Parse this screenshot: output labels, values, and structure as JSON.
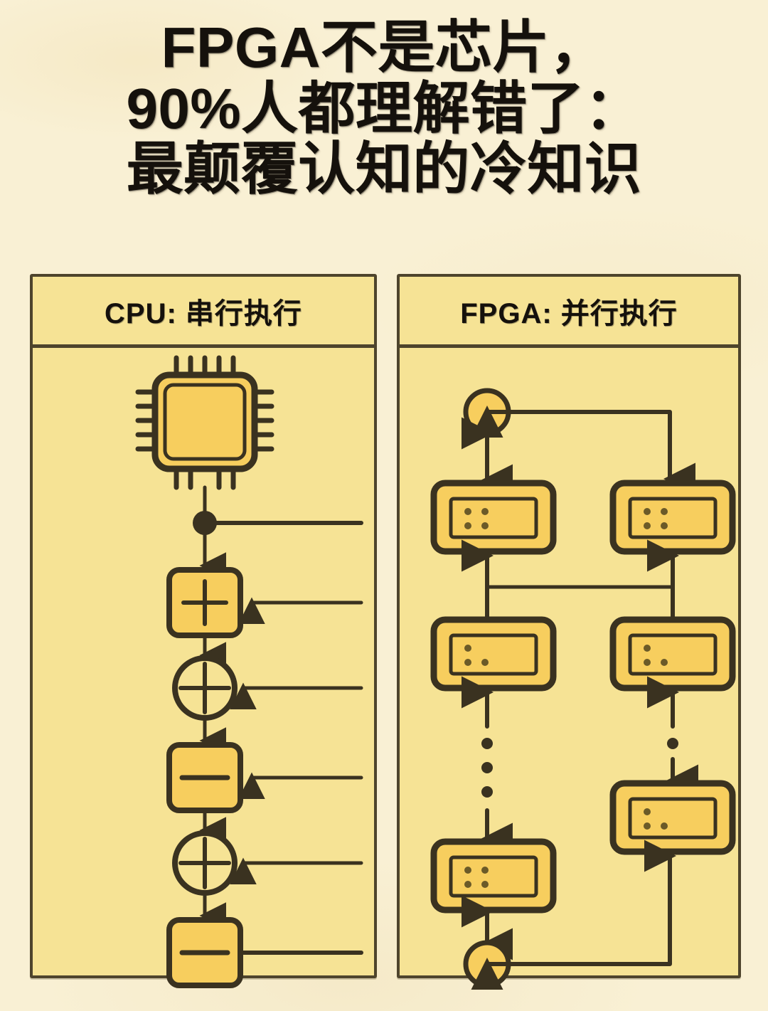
{
  "title": {
    "line1": "FPGA不是芯片，",
    "line2": "90%人都理解错了：",
    "line3": "最颠覆认知的冷知识"
  },
  "colors": {
    "paper": "#f9f0d4",
    "panel_fill": "#f6e395",
    "ink": "#4e442c",
    "ink_dark": "#3a3220",
    "node_fill": "#f7ce5e",
    "title_text": "#15110c"
  },
  "panels": [
    {
      "id": "cpu",
      "header": "CPU: 串行执行",
      "nodes": [
        {
          "name": "cpu-chip",
          "shape": "chip",
          "label": ""
        },
        {
          "name": "junction-dot",
          "shape": "dot",
          "label": ""
        },
        {
          "name": "op-add-1",
          "shape": "square",
          "label": "+"
        },
        {
          "name": "op-add-2",
          "shape": "circle",
          "label": "+"
        },
        {
          "name": "op-sub-1",
          "shape": "square",
          "label": "−"
        },
        {
          "name": "op-add-3",
          "shape": "circle",
          "label": "+"
        },
        {
          "name": "op-sub-2",
          "shape": "square",
          "label": "−"
        }
      ]
    },
    {
      "id": "fpga",
      "header": "FPGA: 并行执行",
      "nodes": [
        {
          "name": "node-top-circle",
          "shape": "circle",
          "label": ""
        },
        {
          "name": "block-l1",
          "shape": "block",
          "dots": 4
        },
        {
          "name": "block-r1",
          "shape": "block",
          "dots": 4
        },
        {
          "name": "block-l2",
          "shape": "block",
          "dots": 3
        },
        {
          "name": "block-r2",
          "shape": "block",
          "dots": 3
        },
        {
          "name": "block-r3",
          "shape": "block",
          "dots": 3
        },
        {
          "name": "block-l3",
          "shape": "block",
          "dots": 4
        },
        {
          "name": "node-bottom-circle",
          "shape": "circle",
          "label": ""
        }
      ]
    }
  ]
}
